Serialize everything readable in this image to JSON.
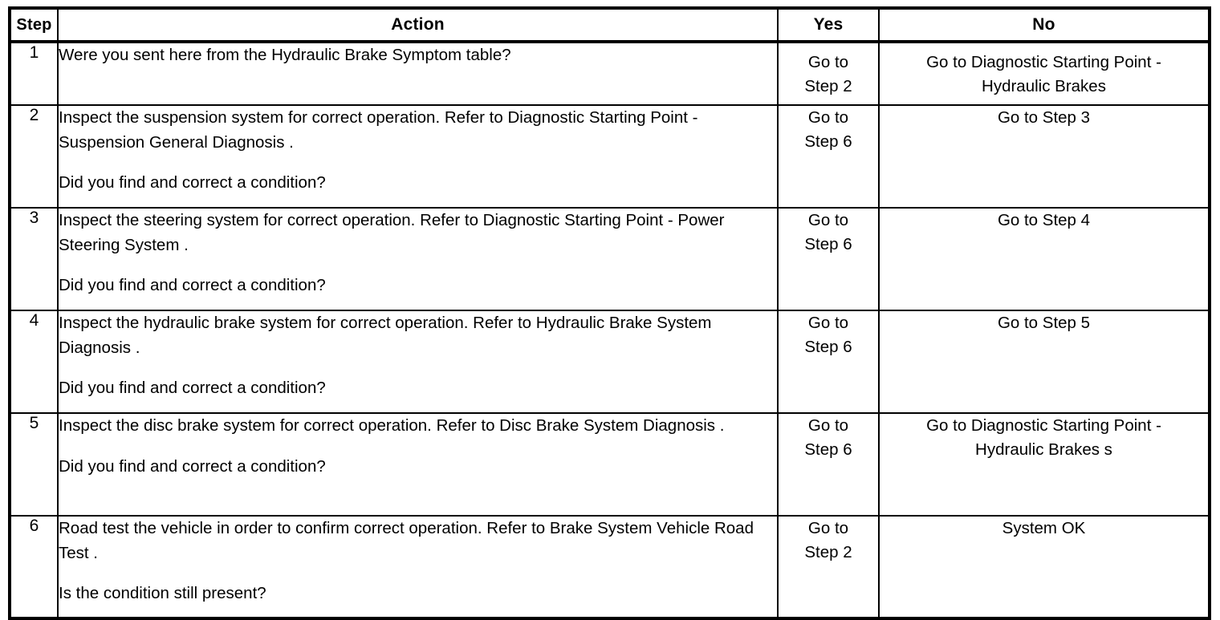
{
  "table": {
    "headers": {
      "step": "Step",
      "action": "Action",
      "yes": "Yes",
      "no": "No"
    },
    "rows": [
      {
        "step": "1",
        "action_main": "Were you sent here from the Hydraulic Brake Symptom table?",
        "action_question": "",
        "yes_line1": "Go to",
        "yes_line2": "Step 2",
        "no_line1": "Go to Diagnostic Starting Point -",
        "no_line2": "Hydraulic Brakes"
      },
      {
        "step": "2",
        "action_main": "Inspect the suspension system for correct operation. Refer to Diagnostic Starting Point - Suspension General Diagnosis .",
        "action_question": "Did you find and correct a condition?",
        "yes_line1": "Go to",
        "yes_line2": "Step 6",
        "no_line1": "Go to Step 3",
        "no_line2": ""
      },
      {
        "step": "3",
        "action_main": "Inspect the steering system for correct operation. Refer to Diagnostic Starting Point - Power Steering System .",
        "action_question": "Did you find and correct a condition?",
        "yes_line1": "Go to",
        "yes_line2": "Step 6",
        "no_line1": "Go to Step 4",
        "no_line2": ""
      },
      {
        "step": "4",
        "action_main": "Inspect the hydraulic brake system for correct operation. Refer to Hydraulic Brake System Diagnosis .",
        "action_question": "Did you find and correct a condition?",
        "yes_line1": "Go to",
        "yes_line2": "Step 6",
        "no_line1": "Go to Step 5",
        "no_line2": ""
      },
      {
        "step": "5",
        "action_main": "Inspect the disc brake system for correct operation. Refer to Disc Brake System Diagnosis .",
        "action_question": "Did you find and correct a condition?",
        "yes_line1": "Go to",
        "yes_line2": "Step 6",
        "no_line1": "Go to Diagnostic Starting Point -",
        "no_line2": "Hydraulic Brakes s"
      },
      {
        "step": "6",
        "action_main": "Road test the vehicle in order to confirm correct operation. Refer to Brake System Vehicle Road Test .",
        "action_question": "Is the condition still present?",
        "yes_line1": "Go to",
        "yes_line2": "Step 2",
        "no_line1": "System OK",
        "no_line2": ""
      }
    ]
  },
  "colors": {
    "border": "#000000",
    "text": "#000000",
    "background": "#ffffff"
  }
}
